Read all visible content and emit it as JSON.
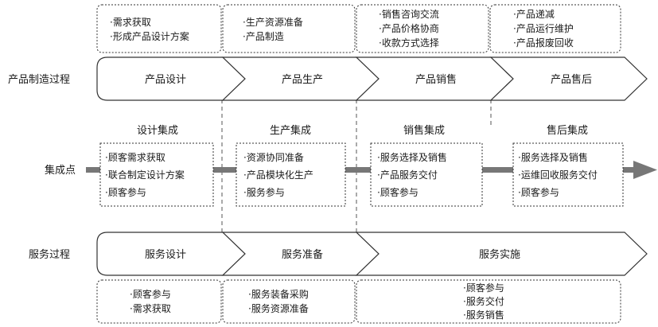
{
  "rows": {
    "manufacturing": "产品制造过程",
    "integration": "集成点",
    "service": "服务过程"
  },
  "top_notes": [
    [
      "·需求获取",
      "·形成产品设计方案"
    ],
    [
      "·生产资源准备",
      "·产品制造"
    ],
    [
      "·销售咨询交流",
      "·产品价格协商",
      "·收款方式选择"
    ],
    [
      "·产品递减",
      "·产品运行维护",
      "·产品报废回收"
    ]
  ],
  "manufacturing_stages": [
    "产品设计",
    "产品生产",
    "产品销售",
    "产品售后"
  ],
  "integration_titles": [
    "设计集成",
    "生产集成",
    "销售集成",
    "售后集成"
  ],
  "integration_items": [
    [
      "·顾客需求获取",
      "·联合制定设计方案",
      "·顾客参与"
    ],
    [
      "·资源协同准备",
      "·产品模块化生产",
      "·服务参与"
    ],
    [
      "·服务选择及销售",
      "·产品服务交付",
      "·顾客参与"
    ],
    [
      "·服务选择及销售",
      "·运维回收服务交付",
      "·顾客参与"
    ]
  ],
  "service_stages": [
    "服务设计",
    "服务准备",
    "服务实施"
  ],
  "bottom_notes": [
    [
      "·顾客参与",
      "·需求获取"
    ],
    [
      "·服务装备采购",
      "·服务资源准备"
    ],
    [
      "·顾客参与",
      "·服务交付",
      "·服务销售"
    ]
  ],
  "colors": {
    "line": "#333333",
    "arrow": "#777777",
    "dash": "#555555"
  }
}
